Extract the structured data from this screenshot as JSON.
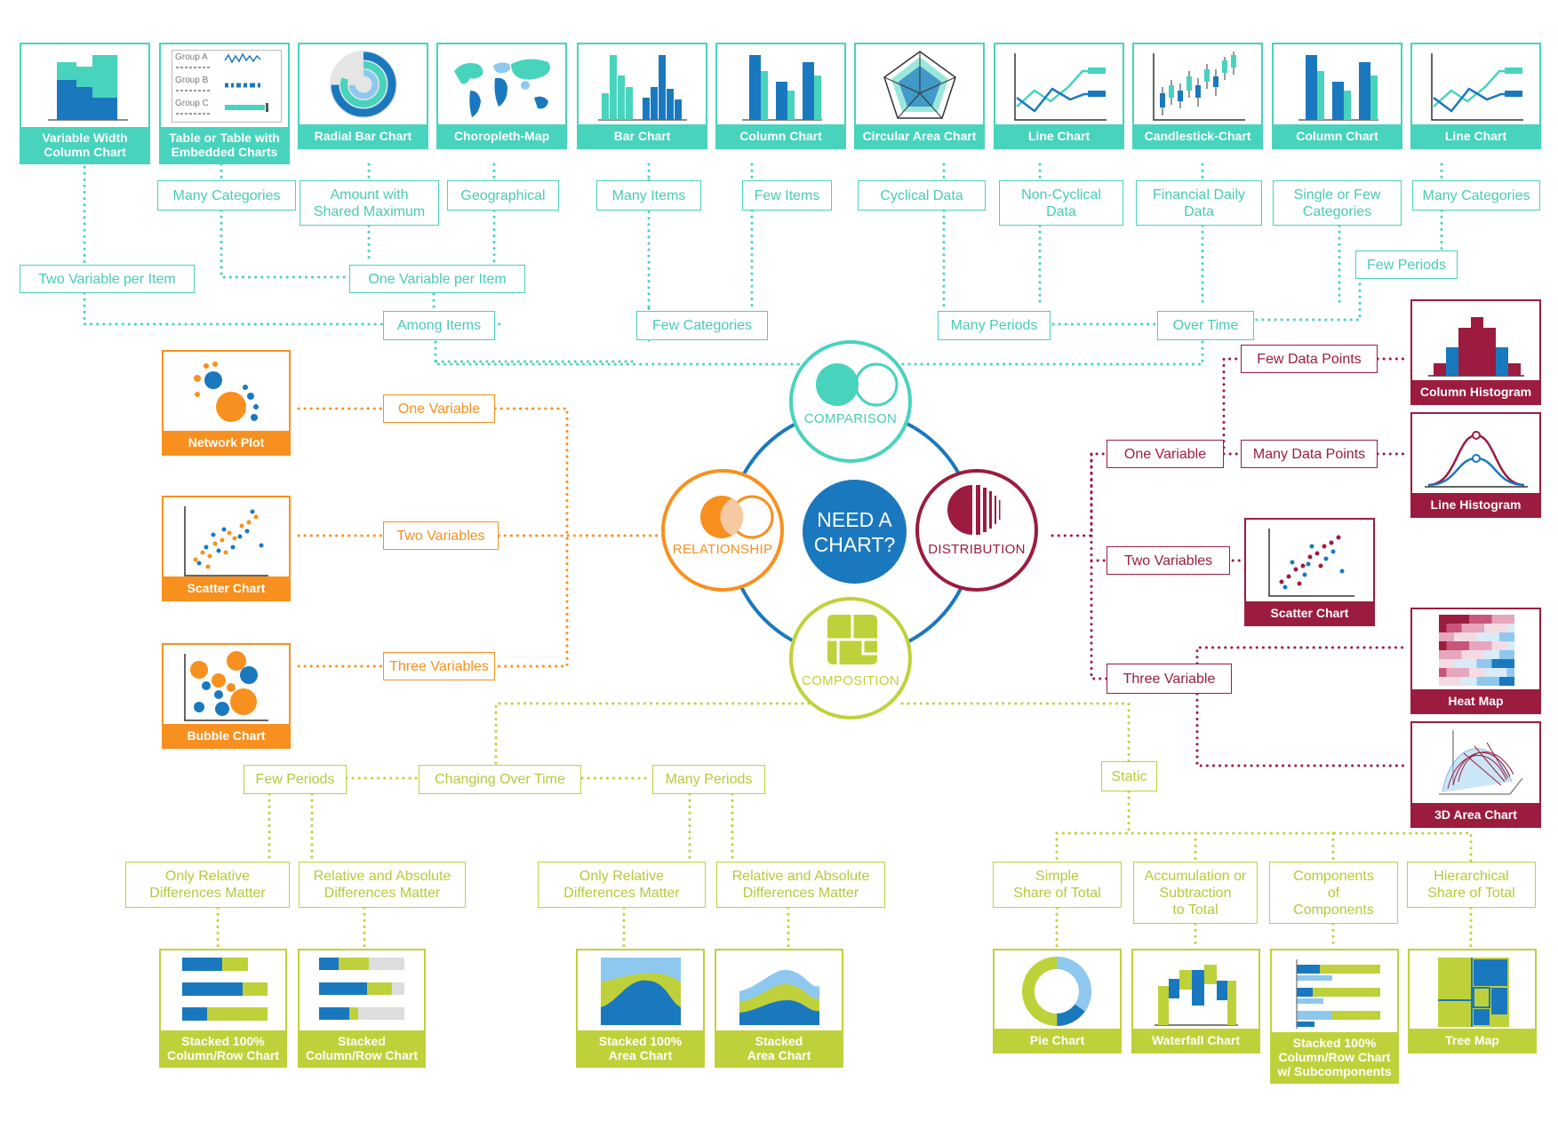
{
  "center": {
    "text": "NEED A\nCHART?"
  },
  "colors": {
    "comparison": "#48d3bd",
    "relationship": "#f7901e",
    "distribution": "#9b1c3f",
    "composition": "#bfd13a",
    "center": "#1a78be",
    "blue": "#1a78be"
  },
  "hubs": {
    "comparison": "COMPARISON",
    "relationship": "RELATIONSHIP",
    "distribution": "DISTRIBUTION",
    "composition": "COMPOSITION"
  },
  "comparison": {
    "charts": [
      "Variable Width\nColumn Chart",
      "Table or Table with\nEmbedded Charts",
      "Radial Bar Chart",
      "Choropleth-Map",
      "Bar Chart",
      "Column Chart",
      "Circular Area Chart",
      "Line Chart",
      "Candlestick-Chart",
      "Column Chart",
      "Line Chart"
    ],
    "table_thumb": [
      "Group A",
      "Group B",
      "Group C"
    ],
    "labels": {
      "many_categories": "Many Categories",
      "amount_shared_max": "Amount with\nShared Maximum",
      "geographical": "Geographical",
      "many_items": "Many Items",
      "few_items": "Few Items",
      "cyclical": "Cyclical Data",
      "non_cyclical": "Non-Cyclical\nData",
      "financial": "Financial Daily\nData",
      "single_few": "Single or Few\nCategories",
      "many_categories_2": "Many Categories",
      "two_var": "Two Variable per Item",
      "one_var": "One Variable per Item",
      "few_periods": "Few Periods",
      "among_items": "Among Items",
      "few_categories": "Few Categories",
      "many_periods": "Many Periods",
      "over_time": "Over Time"
    }
  },
  "relationship": {
    "charts": [
      "Network Plot",
      "Scatter Chart",
      "Bubble Chart"
    ],
    "labels": {
      "one": "One Variable",
      "two": "Two Variables",
      "three": "Three Variables"
    }
  },
  "distribution": {
    "charts": [
      "Column Histogram",
      "Line Histogram",
      "Scatter Chart",
      "Heat Map",
      "3D Area Chart"
    ],
    "labels": {
      "few_points": "Few Data Points",
      "one_var": "One Variable",
      "many_points": "Many Data Points",
      "two_var": "Two Variables",
      "three_var": "Three Variable"
    }
  },
  "composition": {
    "charts": [
      "Stacked 100%\nColumn/Row Chart",
      "Stacked\nColumn/Row Chart",
      "Stacked 100%\nArea Chart",
      "Stacked\nArea Chart",
      "Pie Chart",
      "Waterfall Chart",
      "Stacked 100%\nColumn/Row Chart\nw/ Subcomponents",
      "Tree Map"
    ],
    "labels": {
      "few_periods": "Few Periods",
      "changing": "Changing Over Time",
      "many_periods": "Many Periods",
      "static": "Static",
      "only_rel_1": "Only Relative\nDifferences Matter",
      "rel_abs_1": "Relative and Absolute\nDifferences Matter",
      "only_rel_2": "Only Relative\nDifferences Matter",
      "rel_abs_2": "Relative and Absolute\nDifferences Matter",
      "simple_share": "Simple\nShare of Total",
      "accumulation": "Accumulation or\nSubtraction\nto Total",
      "components": "Components\nof\nComponents",
      "hierarchical": "Hierarchical\nShare of Total"
    }
  }
}
